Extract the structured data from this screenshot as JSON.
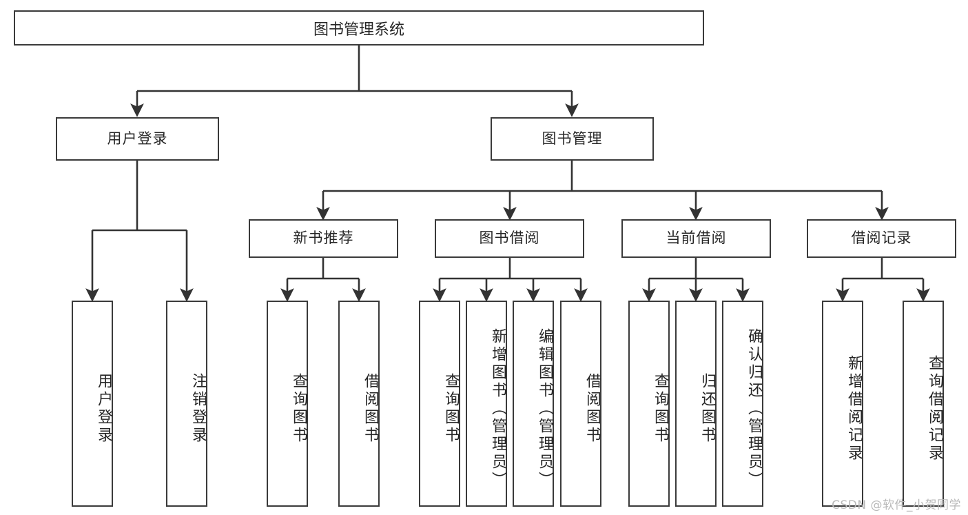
{
  "diagram": {
    "title": "图书管理系统",
    "type": "tree-hierarchy-diagram",
    "watermark": "CSDN @软件_小贺同学",
    "colors": {
      "box_border": "#3a3a3a",
      "box_fill": "#ffffff",
      "connector": "#333333",
      "text": "#262626",
      "watermark": "#b9b9b9"
    },
    "levels": {
      "root": "图书管理系统",
      "level2": [
        "用户登录",
        "图书管理"
      ],
      "level3": [
        "新书推荐",
        "图书借阅",
        "当前借阅",
        "借阅记录"
      ]
    },
    "nodes": {
      "root": {
        "label": "图书管理系统"
      },
      "user_login": {
        "label": "用户登录"
      },
      "book_manage": {
        "label": "图书管理"
      },
      "new_book_rec": {
        "label": "新书推荐"
      },
      "book_borrow": {
        "label": "图书借阅"
      },
      "current_borrow": {
        "label": "当前借阅"
      },
      "borrow_record": {
        "label": "借阅记录"
      },
      "leaf_1": {
        "label": "用户登录"
      },
      "leaf_2": {
        "label": "注销登录"
      },
      "leaf_3": {
        "label": "查询图书"
      },
      "leaf_4": {
        "label": "借阅图书"
      },
      "leaf_5": {
        "label": "查询图书"
      },
      "leaf_6": {
        "label": "新增图书（管理员）"
      },
      "leaf_7": {
        "label": "编辑图书（管理员）"
      },
      "leaf_8": {
        "label": "借阅图书"
      },
      "leaf_9": {
        "label": "查询图书"
      },
      "leaf_10": {
        "label": "归还图书"
      },
      "leaf_11": {
        "label": "确认归还（管理员）"
      },
      "leaf_12": {
        "label": "新增借阅记录"
      },
      "leaf_13": {
        "label": "查询借阅记录"
      }
    },
    "edges": [
      {
        "from": "root",
        "to": "user_login"
      },
      {
        "from": "root",
        "to": "book_manage"
      },
      {
        "from": "user_login",
        "to": "leaf_1"
      },
      {
        "from": "user_login",
        "to": "leaf_2"
      },
      {
        "from": "book_manage",
        "to": "new_book_rec"
      },
      {
        "from": "book_manage",
        "to": "book_borrow"
      },
      {
        "from": "book_manage",
        "to": "current_borrow"
      },
      {
        "from": "book_manage",
        "to": "borrow_record"
      },
      {
        "from": "new_book_rec",
        "to": "leaf_3"
      },
      {
        "from": "new_book_rec",
        "to": "leaf_4"
      },
      {
        "from": "book_borrow",
        "to": "leaf_5"
      },
      {
        "from": "book_borrow",
        "to": "leaf_6"
      },
      {
        "from": "book_borrow",
        "to": "leaf_7"
      },
      {
        "from": "book_borrow",
        "to": "leaf_8"
      },
      {
        "from": "current_borrow",
        "to": "leaf_9"
      },
      {
        "from": "current_borrow",
        "to": "leaf_10"
      },
      {
        "from": "current_borrow",
        "to": "leaf_11"
      },
      {
        "from": "borrow_record",
        "to": "leaf_12"
      },
      {
        "from": "borrow_record",
        "to": "leaf_13"
      }
    ]
  }
}
